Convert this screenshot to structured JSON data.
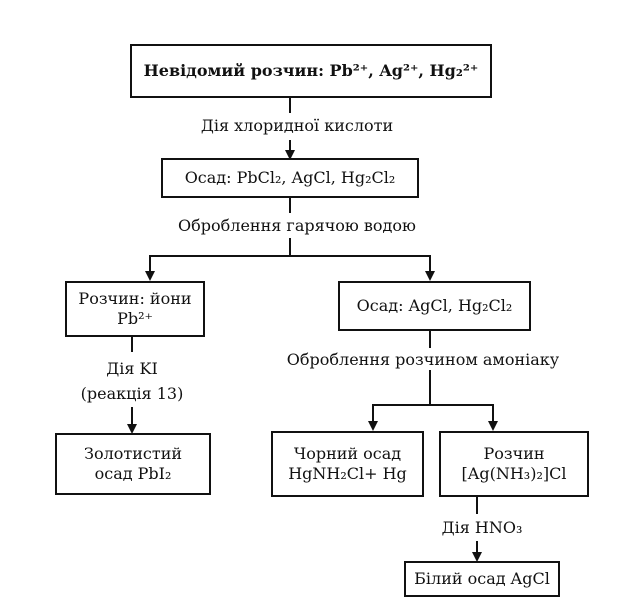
{
  "boxes": {
    "unknown": {
      "text": "Невідомий розчин: Pb²⁺, Ag²⁺, Hg₂²⁺"
    },
    "precip1": {
      "text": "Осад: PbCl₂, AgCl, Hg₂Cl₂"
    },
    "solution_pb": {
      "line1": "Розчин: йони",
      "line2": "Pb²⁺"
    },
    "precip2": {
      "text": "Осад: AgCl, Hg₂Cl₂"
    },
    "golden": {
      "line1": "Золотистий",
      "line2": "осад PbI₂"
    },
    "black": {
      "line1": "Чорний осад",
      "line2": "HgNH₂Cl+ Hg"
    },
    "complex": {
      "line1": "Розчин",
      "line2": "[Ag(NH₃)₂]Cl"
    },
    "white": {
      "text": "Білий осад AgCl"
    }
  },
  "labels": {
    "hcl": "Дія хлоридної кислоти",
    "hot_water": "Оброблення гарячою водою",
    "ki_line1": "Дія KI",
    "ki_line2": "(реакція 13)",
    "ammonia": "Оброблення розчином амоніаку",
    "hno3": "Дія HNO₃"
  }
}
